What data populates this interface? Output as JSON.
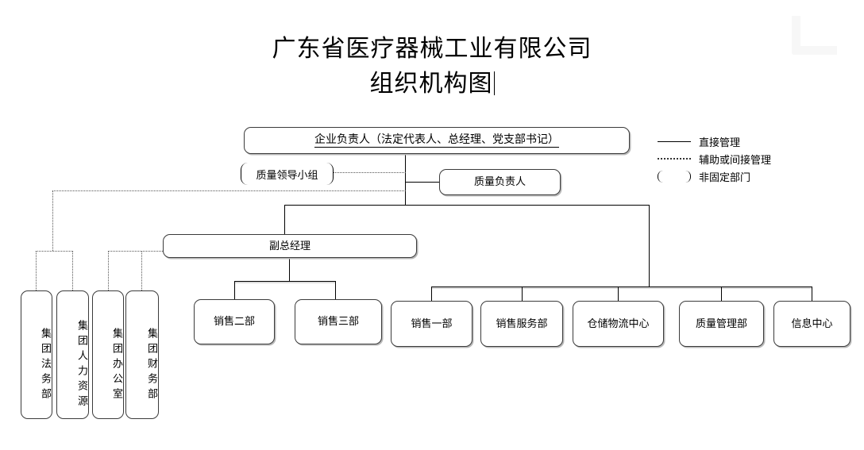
{
  "title": {
    "line1": "广东省医疗器械工业有限公司",
    "line2": "组织机构图"
  },
  "legend": {
    "items": [
      {
        "sample": "solid-line",
        "label": "直接管理"
      },
      {
        "sample": "dotted-line",
        "label": "辅助或间接管理"
      },
      {
        "sample": "bracket",
        "label": "非固定部门"
      }
    ]
  },
  "chart": {
    "top": {
      "label": "企业负责人（法定代表人、总经理、党支部书记）"
    },
    "quality_group": {
      "label": "质量领导小组",
      "type": "non-fixed"
    },
    "quality_head": {
      "label": "质量负责人"
    },
    "deputy_gm": {
      "label": "副总经理"
    },
    "group_departments": [
      {
        "label": "集团法务部"
      },
      {
        "label": "集团人力资源"
      },
      {
        "label": "集团办公室"
      },
      {
        "label": "集团财务部"
      }
    ],
    "deputy_children": [
      {
        "label": "销售二部"
      },
      {
        "label": "销售三部"
      }
    ],
    "direct_children": [
      {
        "label": "销售一部"
      },
      {
        "label": "销售服务部"
      },
      {
        "label": "仓储物流中心"
      },
      {
        "label": "质量管理部"
      },
      {
        "label": "信息中心"
      }
    ]
  }
}
